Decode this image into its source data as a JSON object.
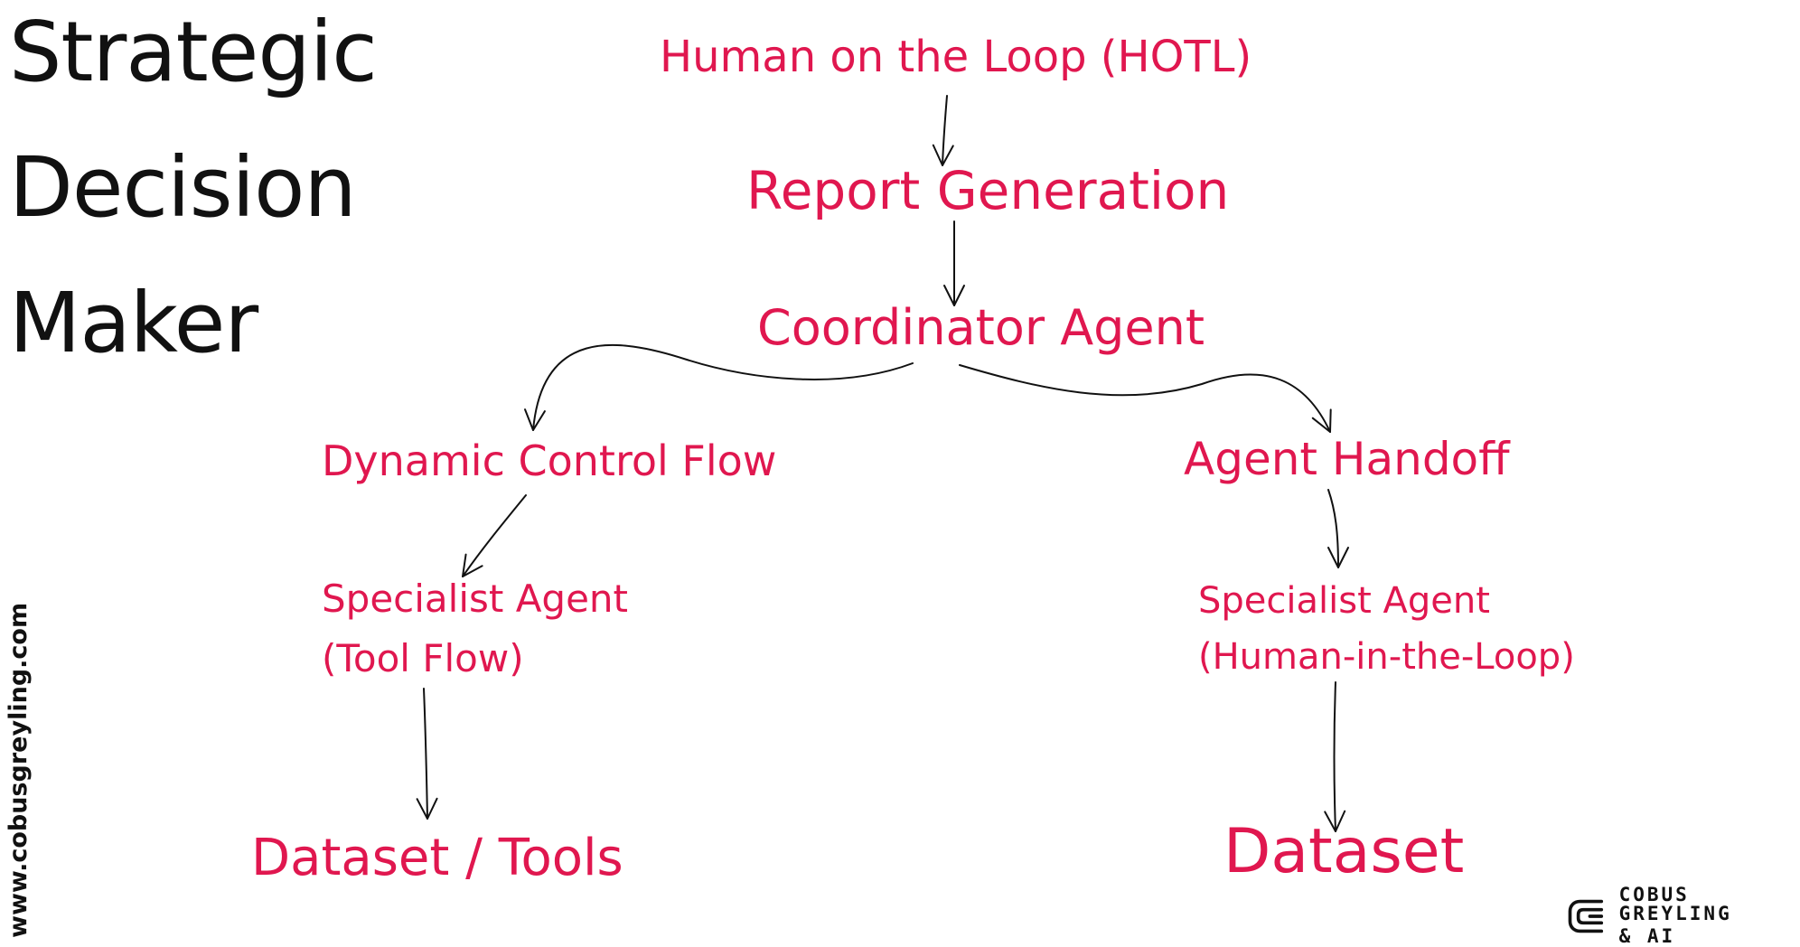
{
  "title": {
    "line1": "Strategic",
    "line2": "Decision",
    "line3": "Maker"
  },
  "nodes": {
    "hotl": "Human on the Loop (HOTL)",
    "report_generation": "Report Generation",
    "coordinator_agent": "Coordinator Agent",
    "dynamic_control_flow": "Dynamic Control Flow",
    "agent_handoff": "Agent Handoff",
    "specialist_tool_line1": "Specialist Agent",
    "specialist_tool_line2": "(Tool Flow)",
    "specialist_hitl_line1": "Specialist Agent",
    "specialist_hitl_line2": "(Human-in-the-Loop)",
    "dataset_tools": "Dataset / Tools",
    "dataset": "Dataset"
  },
  "watermark": "www.cobusgreyling.com",
  "brand": {
    "line1": "COBUS GREYLING",
    "line2": "& AI",
    "logo_icon": "cobus-greyling-logo-icon"
  },
  "colors": {
    "node_text": "#e0174f",
    "title_text": "#111111",
    "arrow": "#111111"
  }
}
